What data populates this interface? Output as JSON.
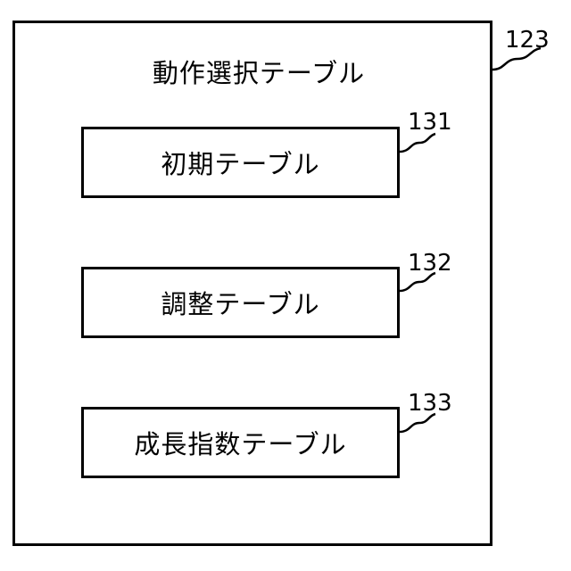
{
  "diagram": {
    "outer": {
      "title": "動作選択テーブル",
      "ref": "123"
    },
    "tables": [
      {
        "label": "初期テーブル",
        "ref": "131"
      },
      {
        "label": "調整テーブル",
        "ref": "132"
      },
      {
        "label": "成長指数テーブル",
        "ref": "133"
      }
    ]
  }
}
